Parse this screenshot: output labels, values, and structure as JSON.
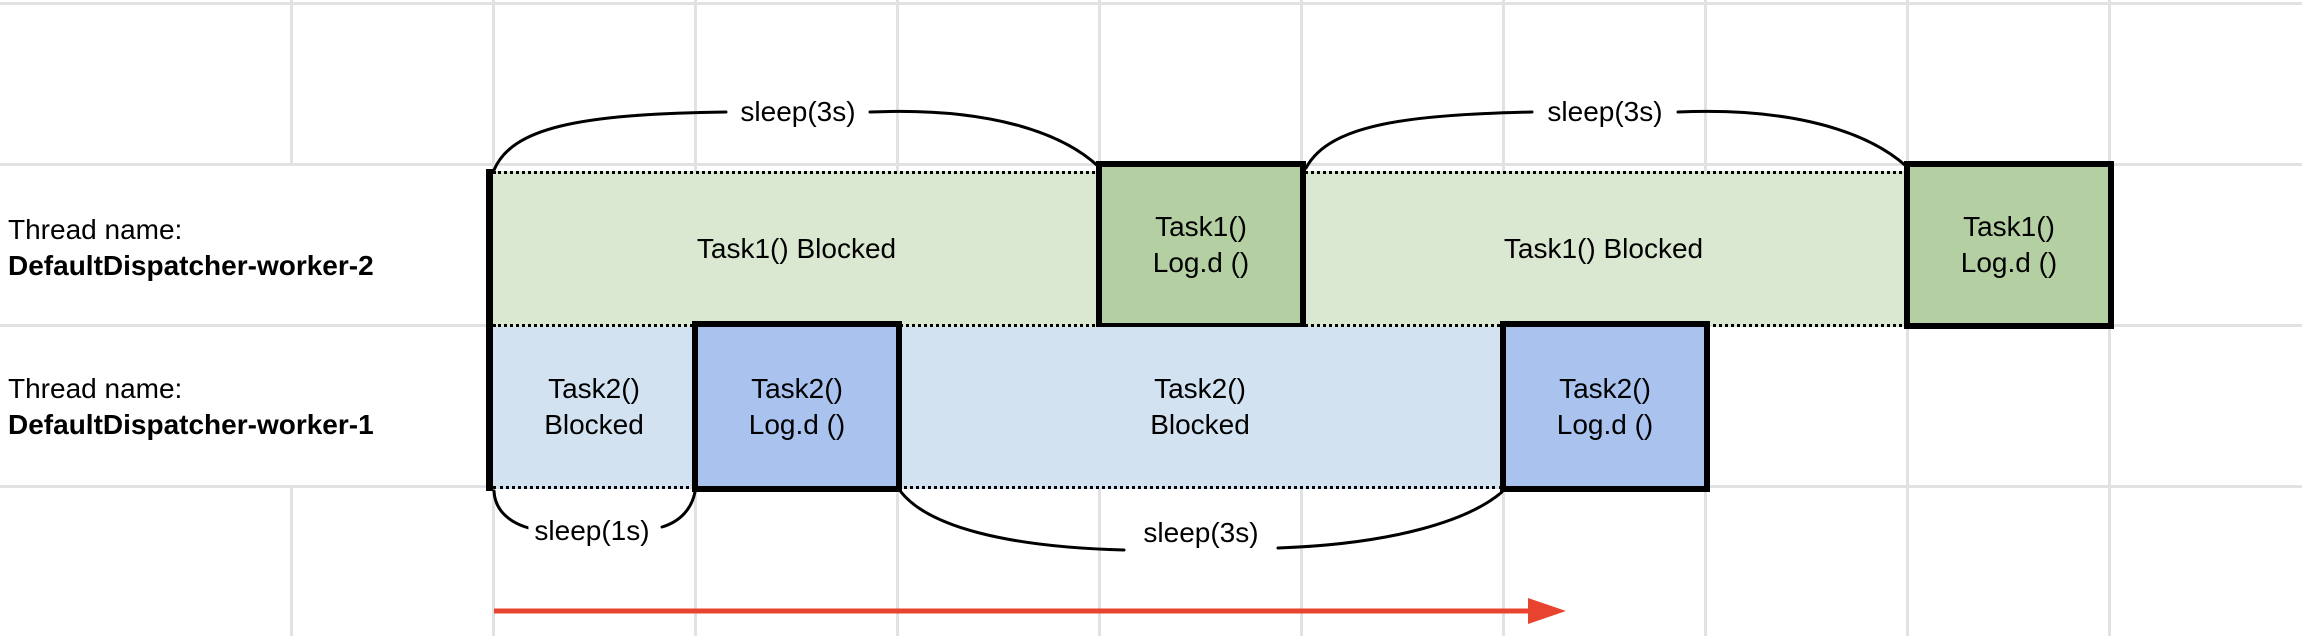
{
  "threads": [
    {
      "label_prefix": "Thread name:",
      "name": "DefaultDispatcher-worker-2",
      "row_color_blocked": "#dbe8d1",
      "row_color_running": "#b4d0a3",
      "segments": [
        {
          "state": "blocked",
          "label": "Task1() Blocked"
        },
        {
          "state": "running",
          "line1": "Task1()",
          "line2": "Log.d ()"
        },
        {
          "state": "blocked",
          "label": "Task1() Blocked"
        },
        {
          "state": "running",
          "line1": "Task1()",
          "line2": "Log.d ()"
        }
      ]
    },
    {
      "label_prefix": "Thread name:",
      "name": "DefaultDispatcher-worker-1",
      "row_color_blocked": "#d2e2f1",
      "row_color_running": "#a9c3ee",
      "segments": [
        {
          "state": "blocked",
          "line1": "Task2()",
          "line2": "Blocked"
        },
        {
          "state": "running",
          "line1": "Task2()",
          "line2": "Log.d ()"
        },
        {
          "state": "blocked",
          "line1": "Task2()",
          "line2": "Blocked"
        },
        {
          "state": "running",
          "line1": "Task2()",
          "line2": "Log.d ()"
        }
      ]
    }
  ],
  "annotations": [
    {
      "label": "sleep(3s)",
      "position": "above-task1-first-blocked"
    },
    {
      "label": "sleep(3s)",
      "position": "above-task1-second-blocked"
    },
    {
      "label": "sleep(1s)",
      "position": "below-task2-first-blocked"
    },
    {
      "label": "sleep(3s)",
      "position": "below-task2-second-blocked"
    }
  ],
  "timeline_arrow": {
    "color": "#e8432e"
  },
  "grid": {
    "line_color": "#e2e2e2",
    "background": "#ffffff"
  }
}
